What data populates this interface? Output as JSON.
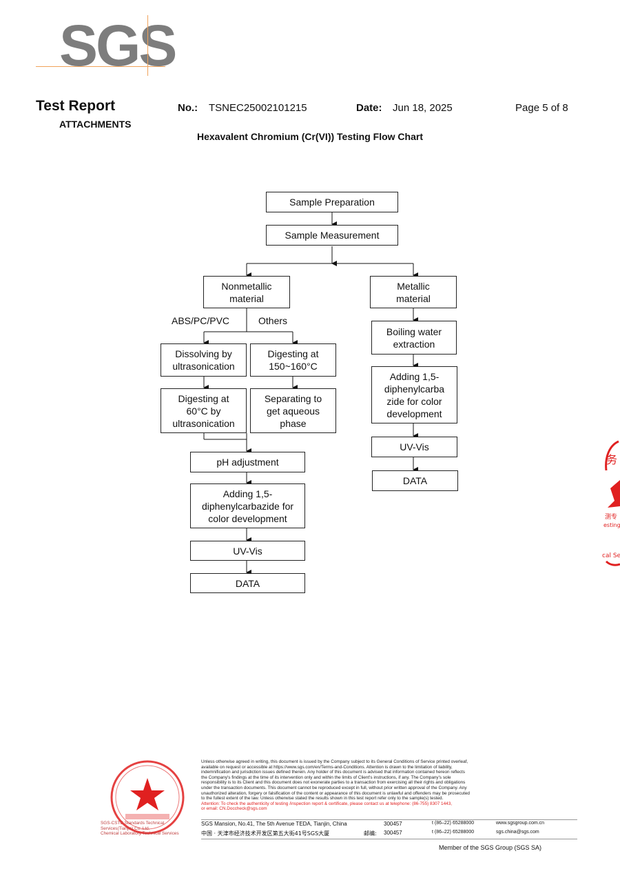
{
  "header": {
    "logo": "SGS",
    "report_title": "Test Report",
    "no_label": "No.:",
    "report_no": "TSNEC25002101215",
    "date_label": "Date:",
    "date": "Jun 18, 2025",
    "page": "Page 5 of 8",
    "attachments": "ATTACHMENTS",
    "chart_title": "Hexavalent Chromium (Cr(VI)) Testing Flow Chart"
  },
  "flow": {
    "sample_preparation": "Sample Preparation",
    "sample_measurement": "Sample Measurement",
    "nonmetallic": [
      "Nonmetallic",
      "material"
    ],
    "metallic": [
      "Metallic",
      "material"
    ],
    "label_abs": "ABS/PC/PVC",
    "label_others": "Others",
    "dissolving": [
      "Dissolving by",
      "ultrasonication"
    ],
    "digesting_150": [
      "Digesting at",
      "150~160°C"
    ],
    "digesting_60": [
      "Digesting at",
      "60°C by",
      "ultrasonication"
    ],
    "separating": [
      "Separating to",
      "get aqueous",
      "phase"
    ],
    "ph_adjustment": "pH adjustment",
    "adding_left": [
      "Adding 1,5-",
      "diphenylcarbazide for",
      "color development"
    ],
    "uv_vis_left": "UV-Vis",
    "data_left": "DATA",
    "boiling": [
      "Boiling water",
      "extraction"
    ],
    "adding_right": [
      "Adding 1,5-",
      "diphenylcarba",
      "zide for color",
      "development"
    ],
    "uv_vis_right": "UV-Vis",
    "data_right": "DATA"
  },
  "footer": {
    "disclaimer": [
      "Unless otherwise agreed in writing, this document is issued by the Company subject to its General Conditions of Service printed overleaf,",
      "available on request or accessible at https://www.sgs.com/en/Terms-and-Conditions. Attention is drawn to the limitation of liability,",
      "indemnification and jurisdiction issues defined therein. Any holder of this document is advised that information contained hereon reflects",
      "the Company's findings at the time of its intervention only and within the limits of Client's instructions, if any. The Company's sole",
      "responsibility is to its Client and this document does not exonerate parties to a transaction from exercising all their rights and obligations",
      "under the transaction documents. This document cannot be reproduced except in full, without prior written approval of the Company. Any",
      "unauthorized alteration, forgery or falsification of the content or appearance of this document is unlawful and offenders may be prosecuted",
      "to the fullest extent of the law. Unless otherwise stated the results shown in this test report refer only to the sample(s) tested."
    ],
    "attention": [
      "Attention: To check the authenticity of testing /inspection report & certificate, please contact us at telephone: (86-755) 8307 1443,",
      "or email: CN.Doccheck@sgs.com"
    ],
    "address_en": "SGS Mansion, No.41, The 5th Avenue TEDA, Tianjin, China",
    "postcode_en": "300457",
    "tel_en": "t (86–22) 65288000",
    "web": "www.sgsgroup.com.cn",
    "address_cn": "中国 · 天津市经济技术开发区第五大街41号SGS大厦",
    "postcode_cn_label": "邮编:",
    "postcode_cn": "300457",
    "tel_cn": "t (86–22) 65288000",
    "email": "sgs.china@sgs.com",
    "member": "Member of the SGS Group (SGS SA)",
    "stamp_left_1": "SGS-CSTC Standards Technical Services(Tianjin) Co.,Ltd.",
    "stamp_left_2": "Chemical Laboratory Technical Services"
  },
  "colors": {
    "stamp_red": "#e02020",
    "logo_gray": "#7d7d7d",
    "logo_line": "#f0a25a"
  }
}
